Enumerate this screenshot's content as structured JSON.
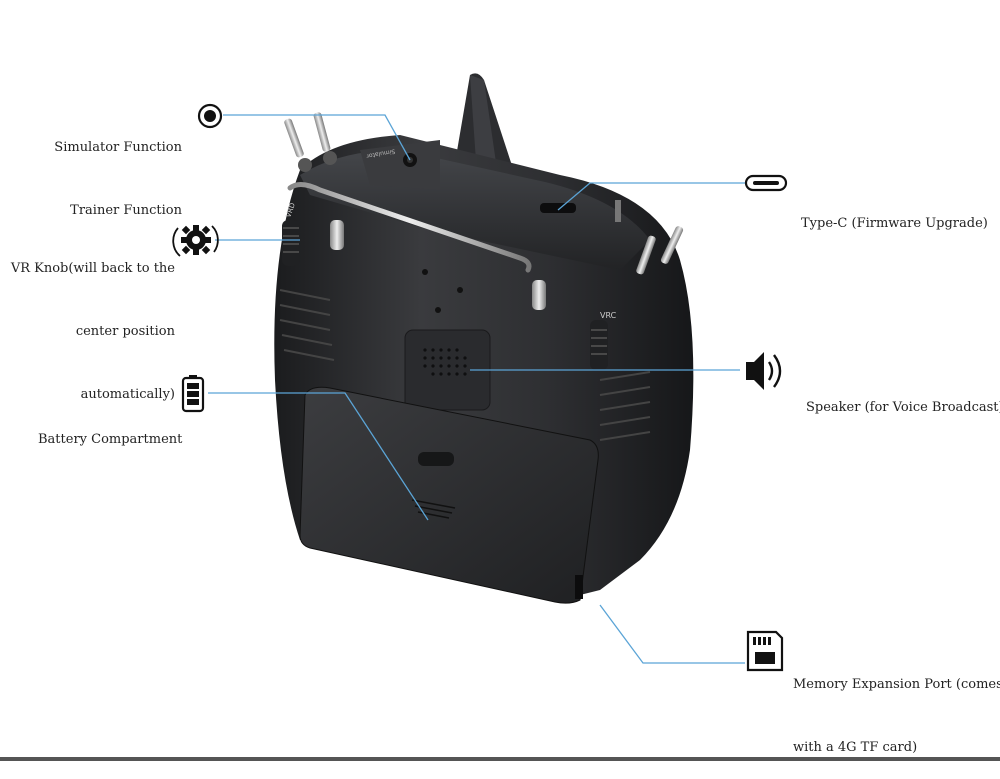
{
  "callouts": {
    "simulator": [
      "Simulator Function",
      "Trainer Function"
    ],
    "vr_knob": [
      "VR Knob(will back to the",
      "center position",
      "automatically)"
    ],
    "battery": [
      "Battery Compartment"
    ],
    "typec": [
      "Type-C (Firmware Upgrade)"
    ],
    "speaker": [
      "Speaker (for Voice Broadcast)"
    ],
    "memory": [
      "Memory Expansion Port (comes",
      "with a 4G TF card)"
    ]
  },
  "device_markings": {
    "left_knob": "VRD",
    "right_knob": "VRC",
    "port_text": "Simulator"
  },
  "icons": [
    "record-jack-icon",
    "gear-knob-icon",
    "battery-icon",
    "usb-c-icon",
    "speaker-icon",
    "sd-card-icon"
  ],
  "colors": {
    "leader_line": "#5ba4d6",
    "device_body": "#2a2b2d",
    "text": "#222222"
  }
}
